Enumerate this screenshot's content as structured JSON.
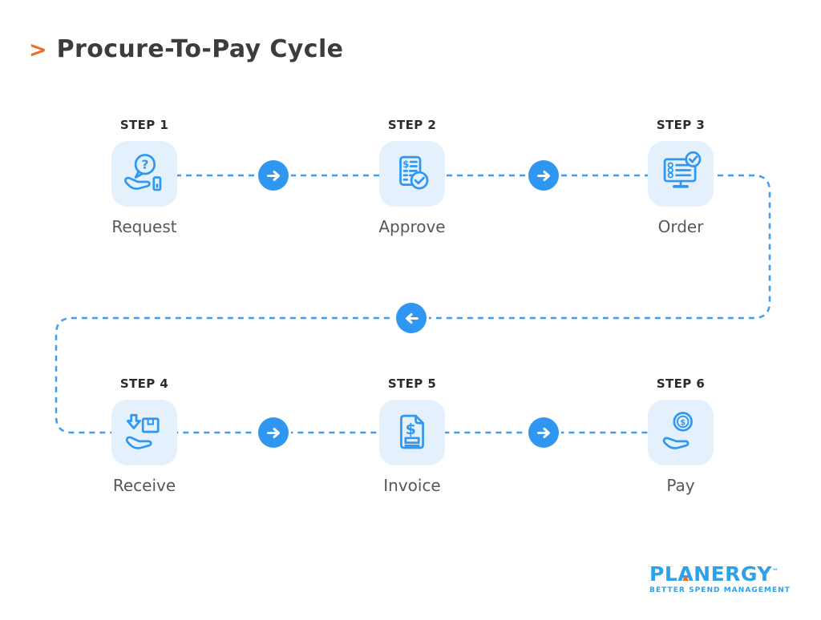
{
  "title": {
    "prefix": ">",
    "text": "Procure-To-Pay Cycle"
  },
  "colors": {
    "accent_blue": "#2F97F2",
    "dash_blue": "#3E9CF4",
    "tile_background": "#E4F1FC",
    "title_dark": "#3C3C3C",
    "label_gray": "#54585C",
    "orange": "#F26A1B",
    "logo_blue": "#2BA2EC"
  },
  "steps": [
    {
      "step": "STEP 1",
      "label": "Request",
      "icon": "hand-question-icon"
    },
    {
      "step": "STEP 2",
      "label": "Approve",
      "icon": "document-check-icon"
    },
    {
      "step": "STEP 3",
      "label": "Order",
      "icon": "monitor-checklist-icon"
    },
    {
      "step": "STEP 4",
      "label": "Receive",
      "icon": "hand-package-icon"
    },
    {
      "step": "STEP 5",
      "label": "Invoice",
      "icon": "invoice-document-icon"
    },
    {
      "step": "STEP 6",
      "label": "Pay",
      "icon": "hand-coin-icon"
    }
  ],
  "flow": {
    "forward_arrow_count": 4,
    "return_arrow_count": 1,
    "sequence": [
      "Request",
      "Approve",
      "Order",
      "Receive",
      "Invoice",
      "Pay"
    ]
  },
  "logo": {
    "name": "PLANERGY",
    "part1": "PL",
    "a": "A",
    "part2": "NERGY",
    "tm": "™",
    "tagline": "BETTER SPEND MANAGEMENT"
  }
}
